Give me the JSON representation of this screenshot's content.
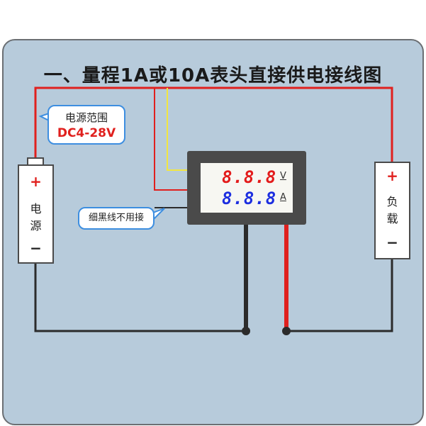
{
  "title": "一、量程1A或10A表头直接供电接线图",
  "range_note": {
    "label": "电源范围",
    "value": "DC4-28V"
  },
  "thin_black_note": "细黑线不用接",
  "power_source": {
    "plus": "+",
    "label_line1": "电",
    "label_line2": "源",
    "minus": "−"
  },
  "load": {
    "plus": "+",
    "label_line1": "负",
    "label_line2": "载",
    "minus": "−"
  },
  "meter": {
    "voltage_display": "8.8.8",
    "voltage_unit": "V",
    "current_display": "8.8.8",
    "current_unit": "A"
  },
  "colors": {
    "red_wire": "#e0201e",
    "yellow_wire": "#f2e640",
    "black_wire": "#2b2b2b",
    "panel_bg": "#b7cbdb",
    "bubble_border": "#3d8ee0"
  }
}
